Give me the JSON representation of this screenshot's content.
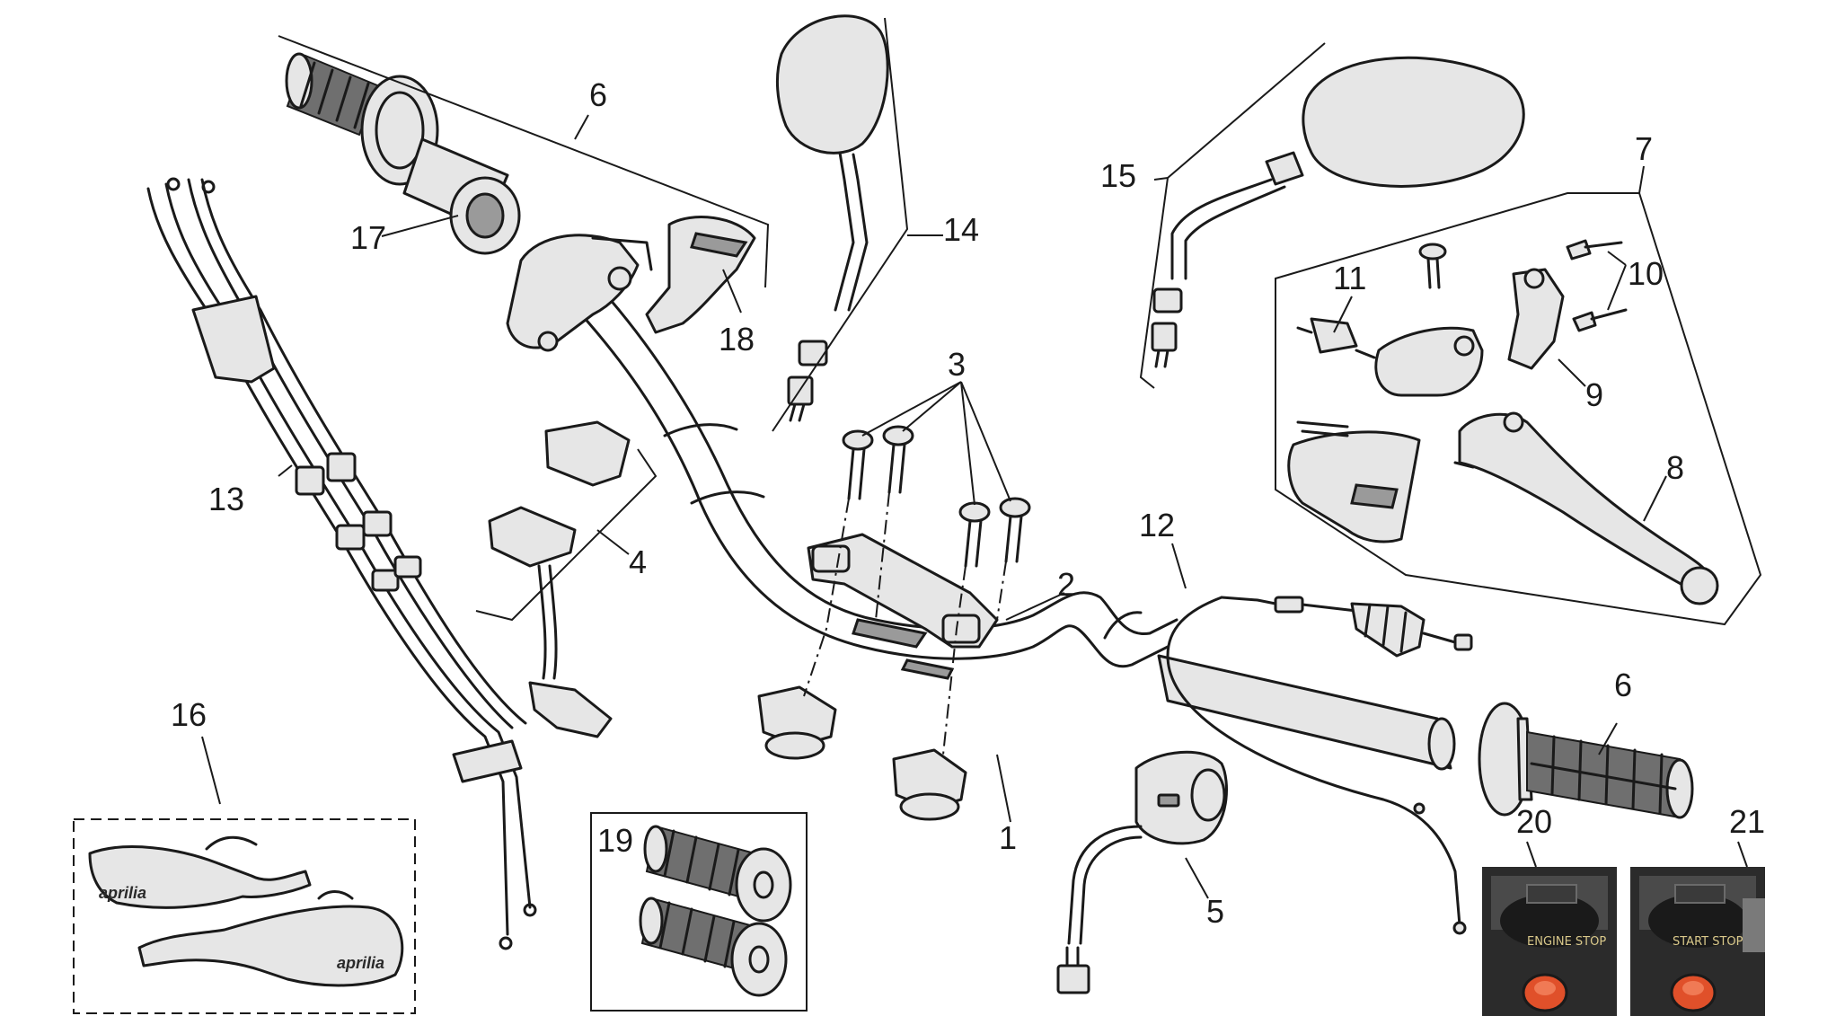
{
  "diagram": {
    "callouts": {
      "c1": "1",
      "c2": "2",
      "c3": "3",
      "c4": "4",
      "c5": "5",
      "c6a": "6",
      "c6b": "6",
      "c7": "7",
      "c8": "8",
      "c9": "9",
      "c10": "10",
      "c11": "11",
      "c12": "12",
      "c13": "13",
      "c14": "14",
      "c15": "15",
      "c16": "16",
      "c17": "17",
      "c18": "18",
      "c19": "19",
      "c20": "20",
      "c21": "21"
    },
    "handguard_brand": "aprilia",
    "photo_labels": {
      "p20": "ENGINE STOP",
      "p21": "START STOP"
    },
    "colors": {
      "line": "#1a1a1a",
      "part_fill": "#e6e6e6",
      "grip_rubber": "#6f6f6f",
      "stop_button": "#e0502a",
      "photo_dark": "#2b2b2b"
    }
  }
}
